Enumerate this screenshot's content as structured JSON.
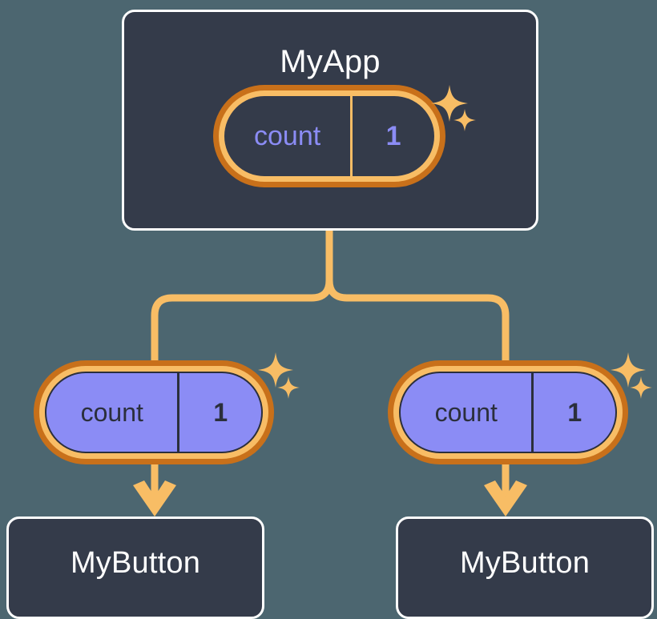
{
  "diagram": {
    "title": "React component tree with shared count state",
    "background_color": "#4c6670",
    "colors": {
      "card_bg": "#343b4a",
      "card_border": "#ffffff",
      "pill_outer_ring": "#c8701a",
      "pill_inner_ring": "#f8bd65",
      "pill_child_fill": "#8b8cf5",
      "accent_purple": "#8b8cf5",
      "connector": "#f8bd65",
      "dark_text": "#2b2f3c"
    }
  },
  "root": {
    "component_label": "MyApp",
    "state_pill": {
      "name": "count",
      "value": "1"
    },
    "sparkles": [
      "sparkle-icon",
      "sparkle-icon"
    ]
  },
  "children": [
    {
      "state_pill": {
        "name": "count",
        "value": "1"
      },
      "component_label": "MyButton",
      "sparkles": [
        "sparkle-icon",
        "sparkle-icon"
      ]
    },
    {
      "state_pill": {
        "name": "count",
        "value": "1"
      },
      "component_label": "MyButton",
      "sparkles": [
        "sparkle-icon",
        "sparkle-icon"
      ]
    }
  ],
  "connectors": {
    "fork_from": "MyApp",
    "fork_to": [
      "MyButton (left)",
      "MyButton (right)"
    ],
    "arrow_heads": 2
  }
}
